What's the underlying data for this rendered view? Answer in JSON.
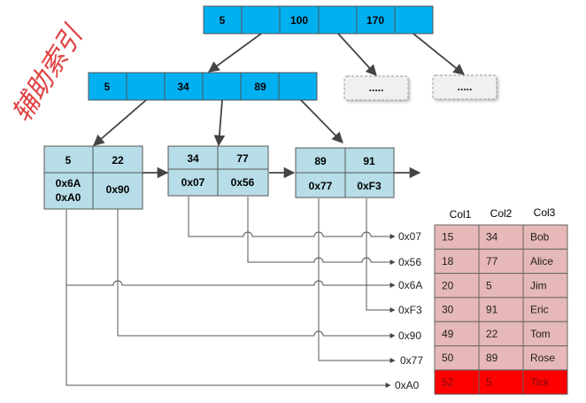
{
  "title": "辅助索引",
  "colors": {
    "root": "#00B0F0",
    "leaf": "#B7DEE8",
    "rowPink": "#E6B8B7",
    "rowRed": "#FF0000",
    "title": "#E04040",
    "line": "#444444"
  },
  "root": {
    "keys": [
      "5",
      "100",
      "170"
    ]
  },
  "level2": {
    "keys": [
      "5",
      "34",
      "89"
    ]
  },
  "placeholders": [
    ".....",
    "....."
  ],
  "leaves": [
    {
      "keys": [
        "5",
        "22"
      ],
      "values": [
        "0x6A\n0xA0",
        "0x90"
      ]
    },
    {
      "keys": [
        "34",
        "77"
      ],
      "values": [
        "0x07",
        "0x56"
      ]
    },
    {
      "keys": [
        "89",
        "91"
      ],
      "values": [
        "0x77",
        "0xF3"
      ]
    }
  ],
  "pointers": [
    "0x07",
    "0x56",
    "0x6A",
    "0xF3",
    "0x90",
    "0x77",
    "0xA0"
  ],
  "table": {
    "headers": [
      "Col1",
      "Col2",
      "Col3"
    ],
    "rows": [
      [
        "15",
        "34",
        "Bob"
      ],
      [
        "18",
        "77",
        "Alice"
      ],
      [
        "20",
        "5",
        "Jim"
      ],
      [
        "30",
        "91",
        "Eric"
      ],
      [
        "49",
        "22",
        "Tom"
      ],
      [
        "50",
        "89",
        "Rose"
      ],
      [
        "52",
        "5",
        "Tick"
      ]
    ],
    "highlighted_row": 6
  }
}
